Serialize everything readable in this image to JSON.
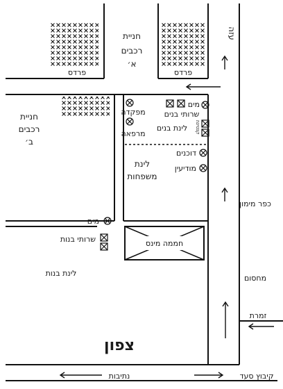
{
  "labels": {
    "parking_a": [
      "חניית",
      "רכבים",
      "א׳"
    ],
    "parking_b": [
      "חניית",
      "רכבים",
      "ב׳"
    ],
    "orchard_left": "פרדס",
    "orchard_right": "פרדס",
    "road_gaza": "עזה",
    "water_top": "מים",
    "boys_toilets": "שרותי בנים",
    "hq": "מפקדה",
    "infirmary": "מרפאה",
    "boys_sleep": "לינת בנים",
    "canteen": "קנטינה",
    "booths": "דוכנים",
    "info": "מודיעין",
    "family_sleep": [
      "לינת",
      "משפחות"
    ],
    "water_mid": "מים",
    "girls_toilets": "שרותי בנות",
    "greenhouse": "חממה מינס",
    "girls_sleep": "לינת בנות",
    "storage": "מחסום",
    "kfar_maimon": "כפר מימון",
    "zimrat": "זמרת",
    "tzafon": "צפון",
    "netivot": "נתיבות",
    "kibbutz_saad": "קיבוץ סעד"
  },
  "icons": {
    "parking_hatch": "x-pattern",
    "water": "circle-x-icon",
    "toilets": "box-x-icon",
    "direction": "arrow-icon"
  }
}
